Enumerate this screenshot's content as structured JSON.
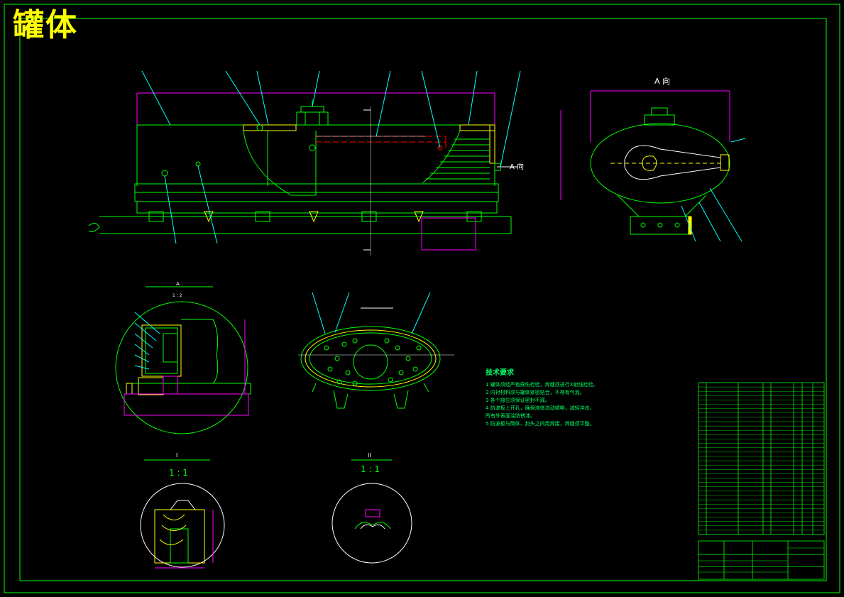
{
  "title": "罐体",
  "views": {
    "direction_a": "A 向",
    "direction_a_arrow": "A 向",
    "detail_one_label": "I",
    "detail_one_scale": "1 : 1",
    "detail_two_label": "II",
    "detail_two_scale": "1 : 1",
    "detail_big_scale": "1 : 2",
    "section_label": "A"
  },
  "technical_notes": {
    "heading": "技术要求",
    "items": [
      "1  罐体须经严格探伤检验，焊缝须进行X射线检验。",
      "2  内衬材料须与罐体紧密贴合，不得有气泡。",
      "3  各个部位须保证密封不漏。",
      "4  防波板上开孔，确保液体流动顺畅，减轻冲击。",
      "   所有外表面涂防锈漆。",
      "5  防波板与筒体、封头之间用焊接，焊缝须平整。"
    ]
  },
  "colors": {
    "line": "#00ff00",
    "accent_yellow": "#ffff00",
    "dimension": "#ff00ff",
    "leader": "#00ffff",
    "hidden": "#ff0000",
    "white": "#ffffff"
  }
}
